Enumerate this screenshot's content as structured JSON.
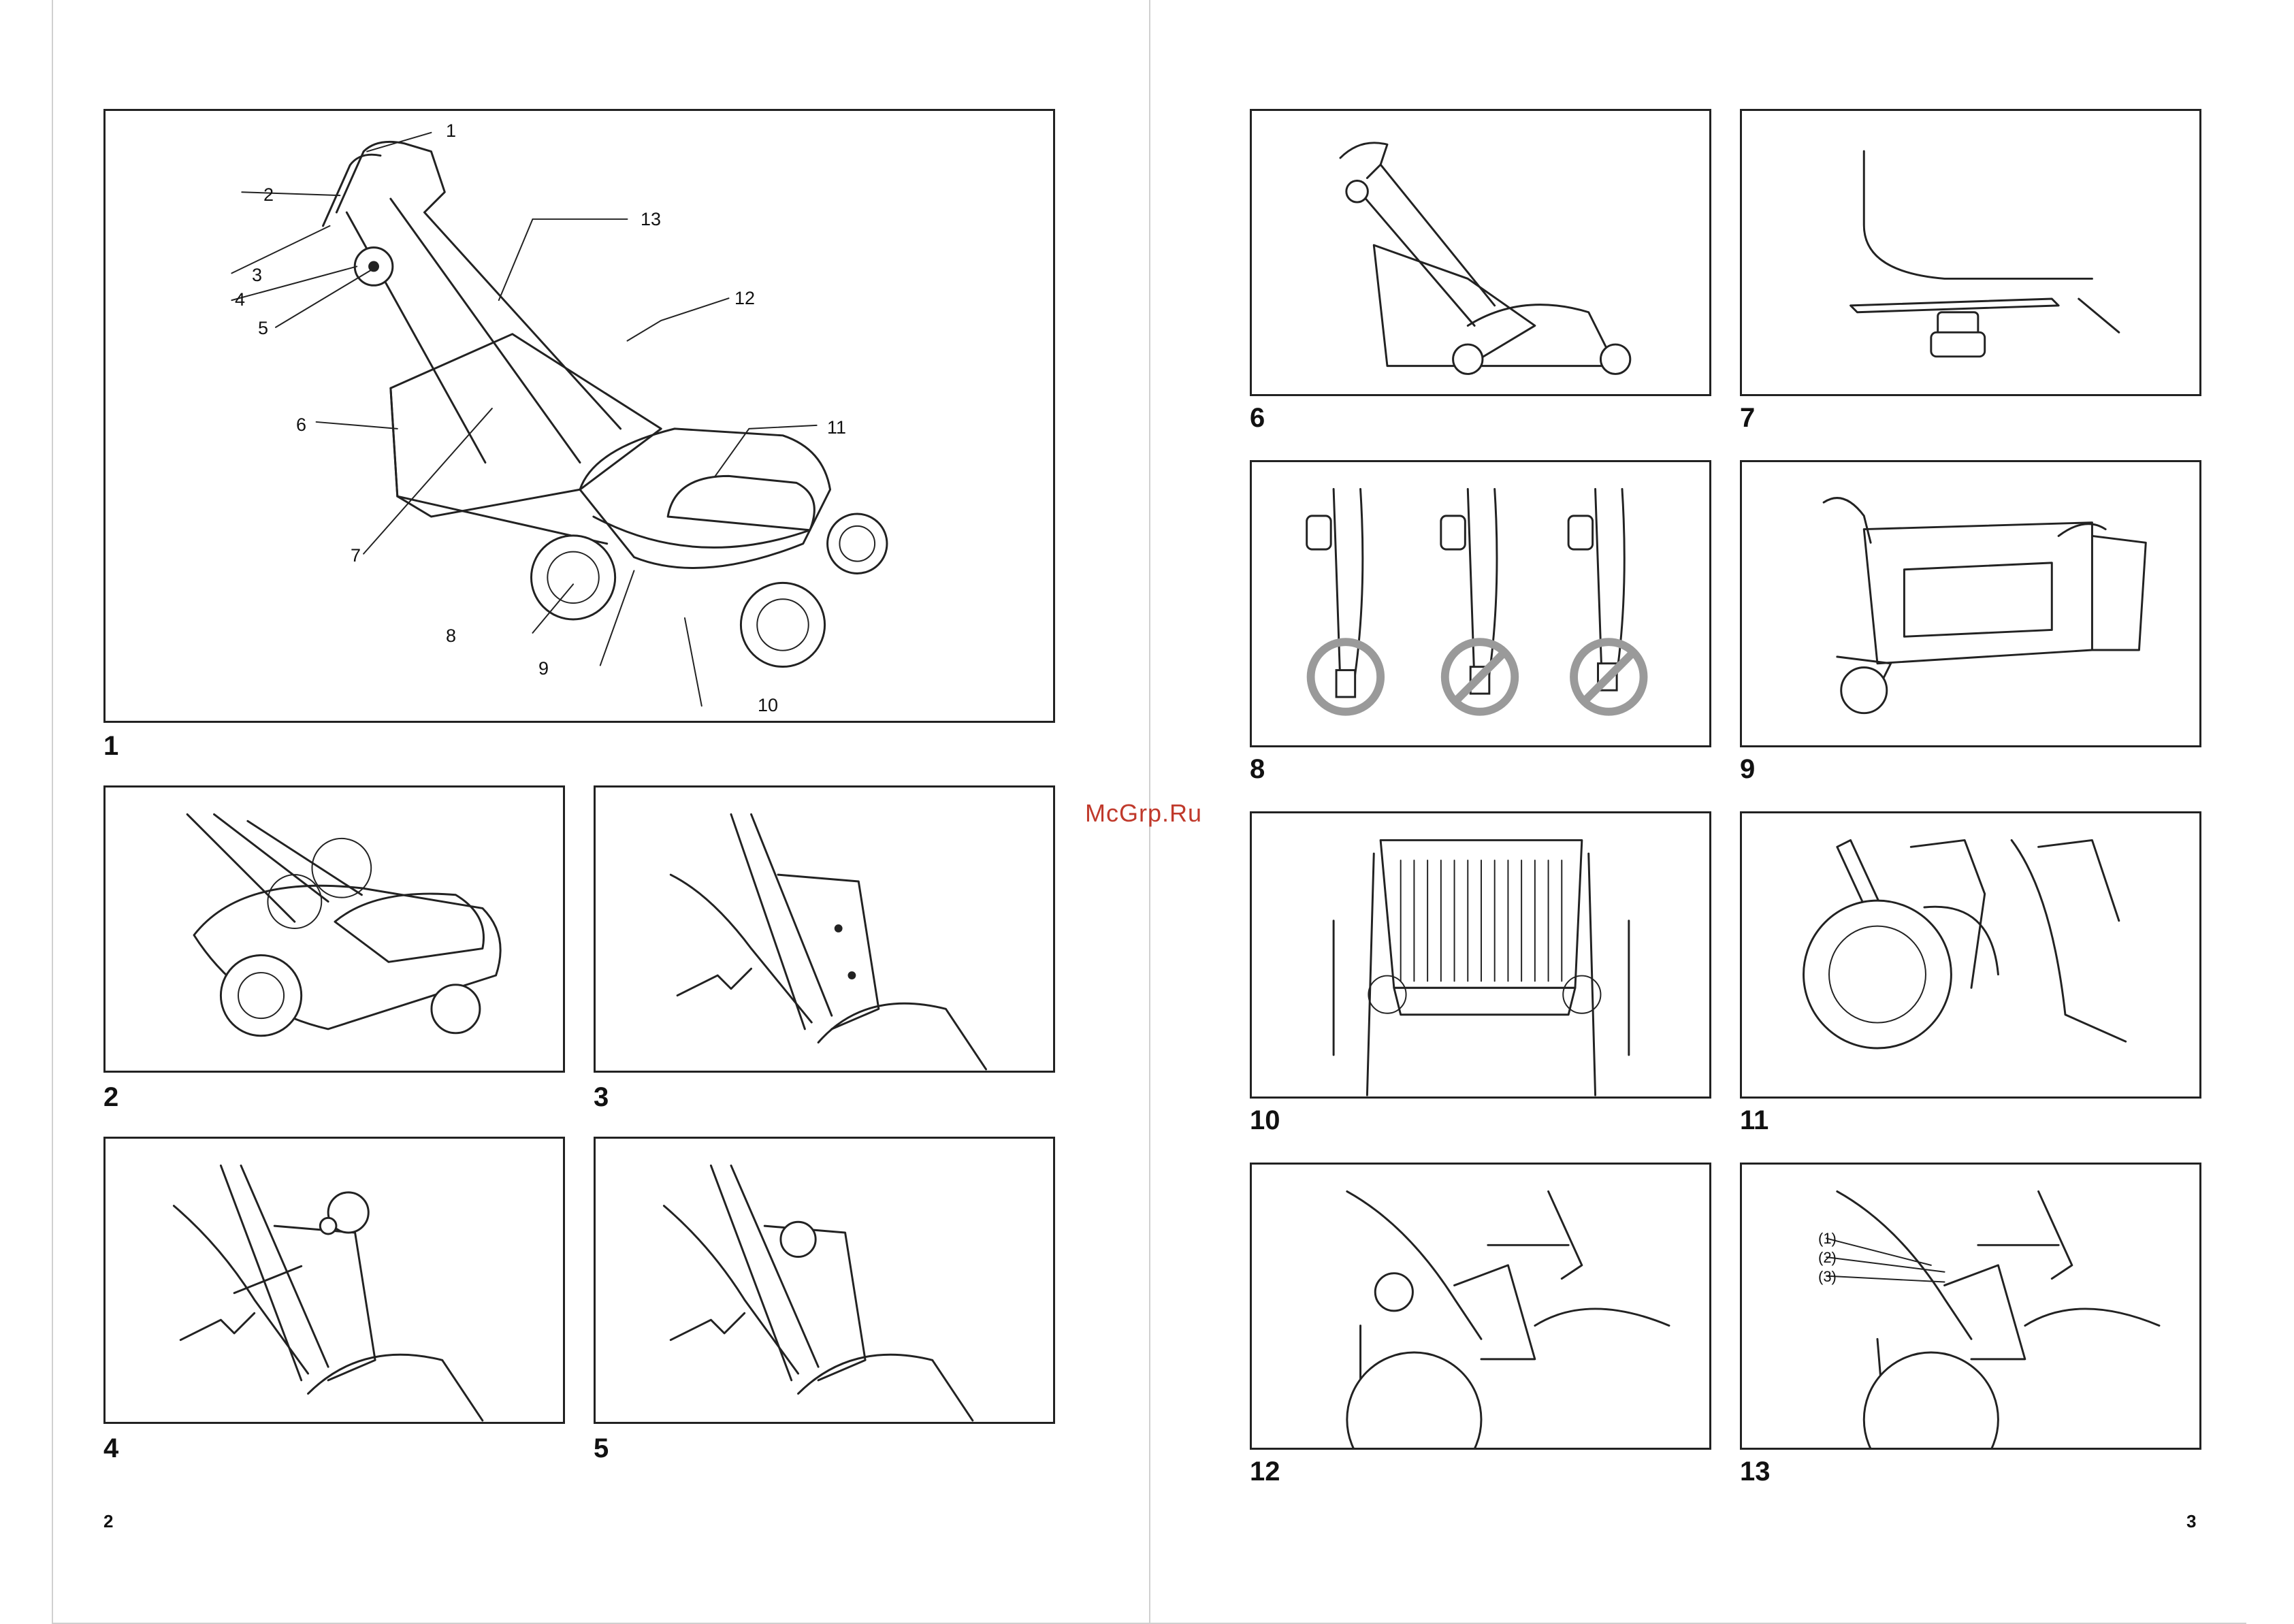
{
  "watermark": "McGrp.Ru",
  "page_numbers": {
    "left": "2",
    "right": "3"
  },
  "figure_numbers": {
    "f1": "1",
    "f2": "2",
    "f3": "3",
    "f4": "4",
    "f5": "5",
    "f6": "6",
    "f7": "7",
    "f8": "8",
    "f9": "9",
    "f10": "10",
    "f11": "11",
    "f12": "12",
    "f13": "13"
  },
  "figure1_callouts": {
    "c1": "1",
    "c2": "2",
    "c3": "3",
    "c4": "4",
    "c5": "5",
    "c6": "6",
    "c7": "7",
    "c8": "8",
    "c9": "9",
    "c10": "10",
    "c11": "11",
    "c12": "12",
    "c13": "13"
  },
  "figure13_callouts": {
    "a": "(1)",
    "b": "(2)",
    "c": "(3)"
  }
}
